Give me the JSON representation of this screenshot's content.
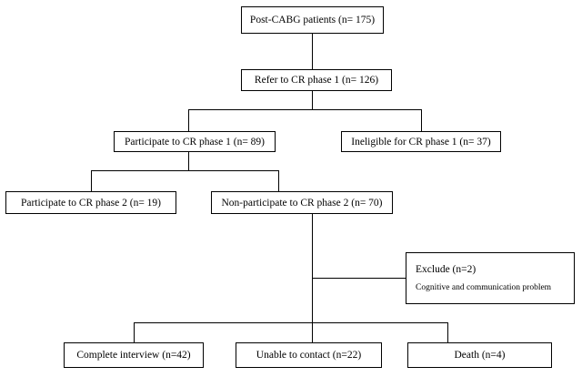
{
  "diagram": {
    "nodes": {
      "post_cabg": "Post-CABG patients (n= 175)",
      "refer_cr1": "Refer to CR phase 1 (n= 126)",
      "participate_cr1": "Participate to CR phase 1 (n= 89)",
      "ineligible_cr1": "Ineligible for CR phase 1 (n= 37)",
      "participate_cr2": "Participate to CR phase 2 (n= 19)",
      "non_participate_cr2": "Non-participate to CR phase 2 (n= 70)",
      "exclude": {
        "title": "Exclude (n=2)",
        "reason": "Cognitive and communication problem"
      },
      "complete_interview": "Complete interview (n=42)",
      "unable_contact": "Unable to contact (n=22)",
      "death": "Death (n=4)"
    },
    "edges": [
      [
        "post_cabg",
        "refer_cr1"
      ],
      [
        "refer_cr1",
        "participate_cr1"
      ],
      [
        "refer_cr1",
        "ineligible_cr1"
      ],
      [
        "participate_cr1",
        "participate_cr2"
      ],
      [
        "participate_cr1",
        "non_participate_cr2"
      ],
      [
        "non_participate_cr2",
        "exclude"
      ],
      [
        "non_participate_cr2",
        "complete_interview"
      ],
      [
        "non_participate_cr2",
        "unable_contact"
      ],
      [
        "non_participate_cr2",
        "death"
      ]
    ]
  }
}
